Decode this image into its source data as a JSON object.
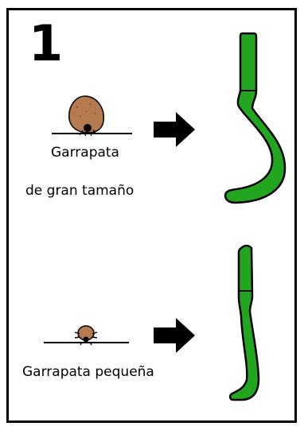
{
  "step_number": "1",
  "items": [
    {
      "caption_lines": [
        "Garrapata",
        "de gran tamaño"
      ]
    },
    {
      "caption_lines": [
        "Garrapata pequeña"
      ]
    }
  ],
  "icons": {
    "tick_large": "large-tick-icon",
    "tick_small": "small-tick-icon",
    "arrow": "right-arrow-icon",
    "tool_large": "tick-removal-tool-large",
    "tool_small": "tick-removal-tool-small"
  },
  "colors": {
    "tool_green": "#22a51f",
    "tick_brown": "#b57a4e",
    "outline": "#000000"
  }
}
